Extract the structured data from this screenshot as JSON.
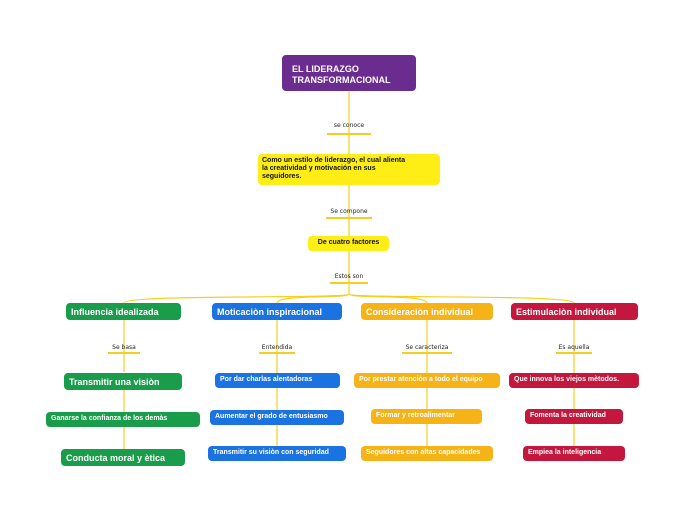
{
  "root": {
    "line1": "EL LIDERAZGO",
    "line2": "TRANSFORMACIONAL"
  },
  "links": {
    "se_conoce": "se conoce",
    "se_compone": "Se compone",
    "estos_son": "Estos son",
    "se_basa": "Se basa",
    "entendida": "Entendida",
    "se_caracteriza": "Se caracteriza",
    "es_aquella": "Es aquella"
  },
  "definition": {
    "line1": "Como un estilo de liderazgo, el cual alienta",
    "line2": "la creatividad y motivación en sus",
    "line3": "seguidores."
  },
  "factors_node": "De cuatro factores",
  "branches": [
    {
      "title": "Influencia idealizada",
      "color": "#1a9d4b",
      "items": [
        "Transmitir una visiòn",
        "Ganarse la confianza de los demàs",
        "Conducta moral y ètica"
      ]
    },
    {
      "title": "Moticaciòn inspiracional",
      "color": "#1a73e0",
      "items": [
        "Por dar charlas alentadoras",
        "Aumentar el  grado de entusiasmo",
        "Transmitir su visiòn con seguridad"
      ]
    },
    {
      "title": "Consideraciòn individual",
      "color": "#f6b318",
      "items": [
        "Por prestar atenciòn a todo el equipo",
        "Formar y retroalimentar",
        "Seguidores con altas capacidades"
      ]
    },
    {
      "title": "Estimulaciòn individual",
      "color": "#c4173d",
      "items": [
        "Que innova los viejos mètodos.",
        "Fomenta la creatividad",
        "Empiea la inteligencia"
      ]
    }
  ],
  "colors": {
    "connector": "#f5cf1f",
    "root": "#6b2c8f",
    "yellow": "#ffee16"
  }
}
